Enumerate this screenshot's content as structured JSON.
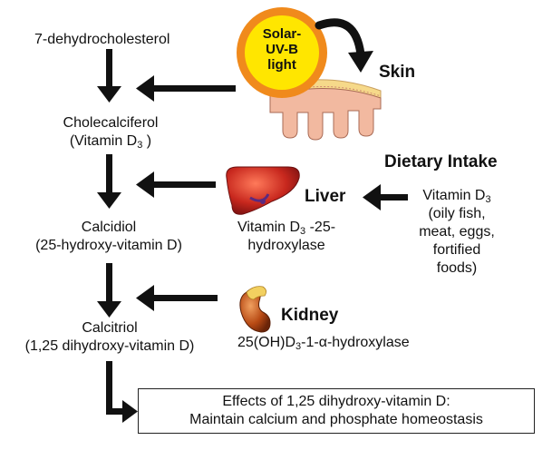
{
  "pathway": {
    "dehydro": "7-dehydrocholesterol",
    "chole_1": "Cholecalciferol",
    "chole_2_pre": "(Vitamin D",
    "chole_2_sub": "3",
    "chole_2_post": " )",
    "calcidiol_1": "Calcidiol",
    "calcidiol_2": "(25-hydroxy-vitamin D)",
    "calcitriol_1": "Calcitriol",
    "calcitriol_2": "(1,25 dihydroxy-vitamin D)"
  },
  "sun": {
    "line1": "Solar-",
    "line2": "UV-B",
    "line3": "light",
    "skin_label": "Skin"
  },
  "liver": {
    "label": "Liver",
    "enzyme_1_pre": "Vitamin D",
    "enzyme_1_sub": "3",
    "enzyme_1_post": " -25-",
    "enzyme_2": "hydroxylase"
  },
  "diet": {
    "title": "Dietary Intake",
    "line1_pre": "Vitamin D",
    "line1_sub": "3",
    "line2": "(oily fish,",
    "line3": "meat, eggs,",
    "line4": "fortified",
    "line5": "foods)"
  },
  "kidney": {
    "label": "Kidney",
    "enzyme_pre": "25(OH)D",
    "enzyme_sub": "3",
    "enzyme_post": "-1-α-hydroxylase"
  },
  "effects": {
    "line1": "Effects of 1,25 dihydroxy-vitamin D:",
    "line2": "Maintain calcium and phosphate homeostasis"
  },
  "colors": {
    "arrow": "#111111",
    "sun_fill": "#ffe600",
    "sun_ring": "#f08a1c",
    "skin_top": "#f6d98a",
    "skin_fill": "#f2b9a0",
    "liver": "#c8281e",
    "kidney": "#b84a14"
  }
}
